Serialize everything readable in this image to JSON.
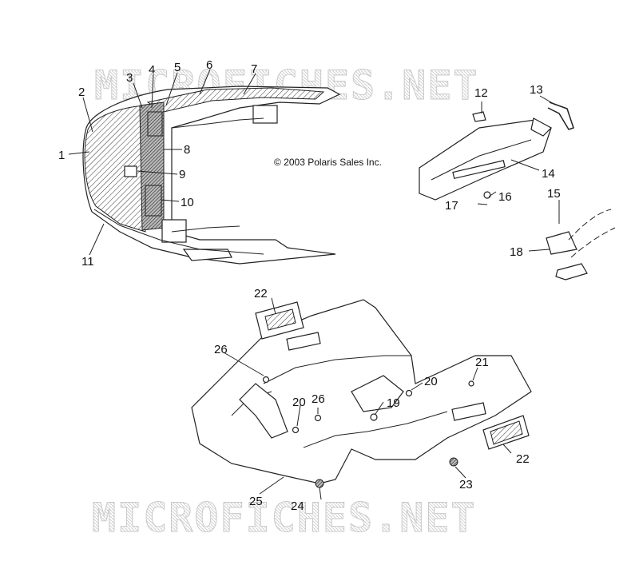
{
  "copyright": "© 2003 Polaris Sales Inc.",
  "watermark_top": "MICROFICHES.NET",
  "watermark_bottom": "MICROFICHES.NET",
  "callouts": [
    "1",
    "2",
    "3",
    "4",
    "5",
    "6",
    "7",
    "8",
    "9",
    "10",
    "11",
    "12",
    "13",
    "14",
    "15",
    "16",
    "17",
    "18",
    "19",
    "20",
    "20",
    "21",
    "22",
    "22",
    "23",
    "24",
    "25",
    "26",
    "26"
  ]
}
